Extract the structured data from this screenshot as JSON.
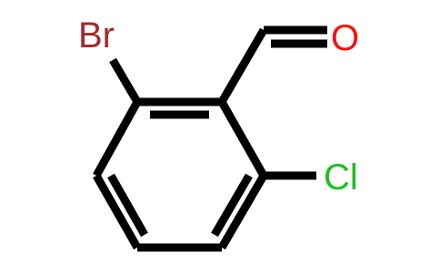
{
  "atoms": {
    "bromine": "Br",
    "oxygen": "O",
    "chlorine": "Cl"
  },
  "colors": {
    "bond": "#000000",
    "oxygen": "#ff0d0d",
    "chlorine": "#1fbf1f",
    "bromine": "#a62929",
    "background": "#ffffff"
  }
}
